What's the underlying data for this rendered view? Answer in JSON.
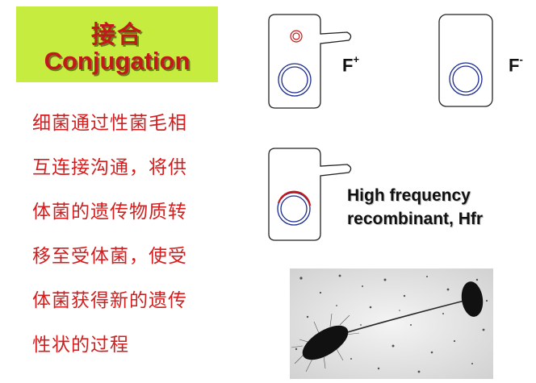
{
  "title": {
    "cn": "接合",
    "en": "Conjugation"
  },
  "description_lines": [
    "细菌通过性菌毛相",
    "互连接沟通，将供",
    "体菌的遗传物质转",
    "移至受体菌，使受",
    "体菌获得新的遗传",
    "性状的过程"
  ],
  "cells": {
    "f_plus": {
      "label": "F",
      "sup": "+"
    },
    "f_minus": {
      "label": "F",
      "sup": "-"
    },
    "hfr": {
      "line1": "High frequency",
      "line2": "recombinant, Hfr"
    }
  },
  "colors": {
    "title_bg": "#c6ec3f",
    "title_text": "#c11a1a",
    "description_text": "#d21e1e",
    "chromosome": "#1c2b8f",
    "plasmid": "#c81a1a"
  }
}
